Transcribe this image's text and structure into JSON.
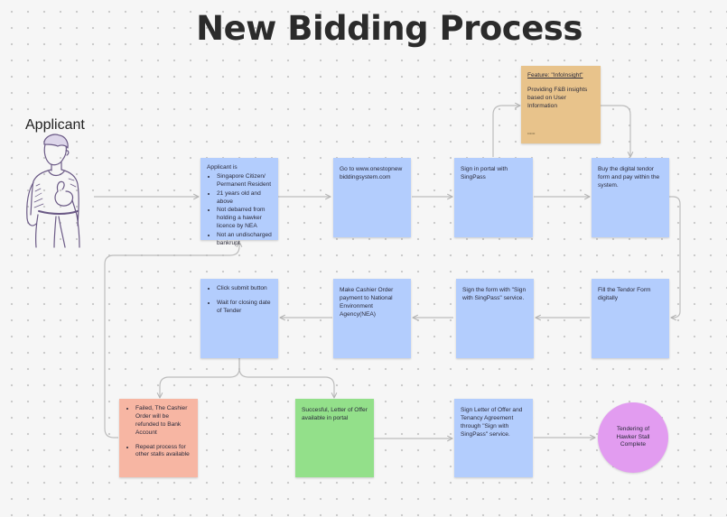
{
  "title": "New Bidding Process",
  "applicant": {
    "label": "Applicant"
  },
  "feature": {
    "title": "Feature: \"InfoInsight\"",
    "body": "Providing F&B insights based on User Information",
    "tag": "••••••"
  },
  "step1": {
    "heading": "Applicant is",
    "items": [
      "Singapore Citizen/ Permanent Resident",
      "21 years old and above",
      "Not debarred from holding a hawker licence by NEA",
      "Not an undischarged bankrupt"
    ]
  },
  "step2": {
    "text": "Go to www.onestopnewbiddingsystem.com"
  },
  "step3": {
    "text": "Sign in portal with SingPass"
  },
  "step4": {
    "text": "Buy the digital tendor form and pay within the system."
  },
  "step5": {
    "text": "Fill the Tendor Form digitally"
  },
  "step6": {
    "text": "Sign the form with \"Sign with SingPass\" service."
  },
  "step7": {
    "text": "Make Cashier Order payment to National Environment Agency(NEA)"
  },
  "step8": {
    "items": [
      "Click submit button",
      "Wait for closing date of Tender"
    ]
  },
  "failed": {
    "items": [
      "Failed, The Cashier Order will be refunded to Bank Account",
      "Repeat process for other stalls available"
    ]
  },
  "success": {
    "text": "Succesful, Letter of Offer available in portal"
  },
  "sign_offer": {
    "text": "Sign Letter of Offer and Tenancy Agreement through \"Sign with SingPass\" service."
  },
  "complete": {
    "text": "Tendering of Hawker Stall Complete"
  }
}
